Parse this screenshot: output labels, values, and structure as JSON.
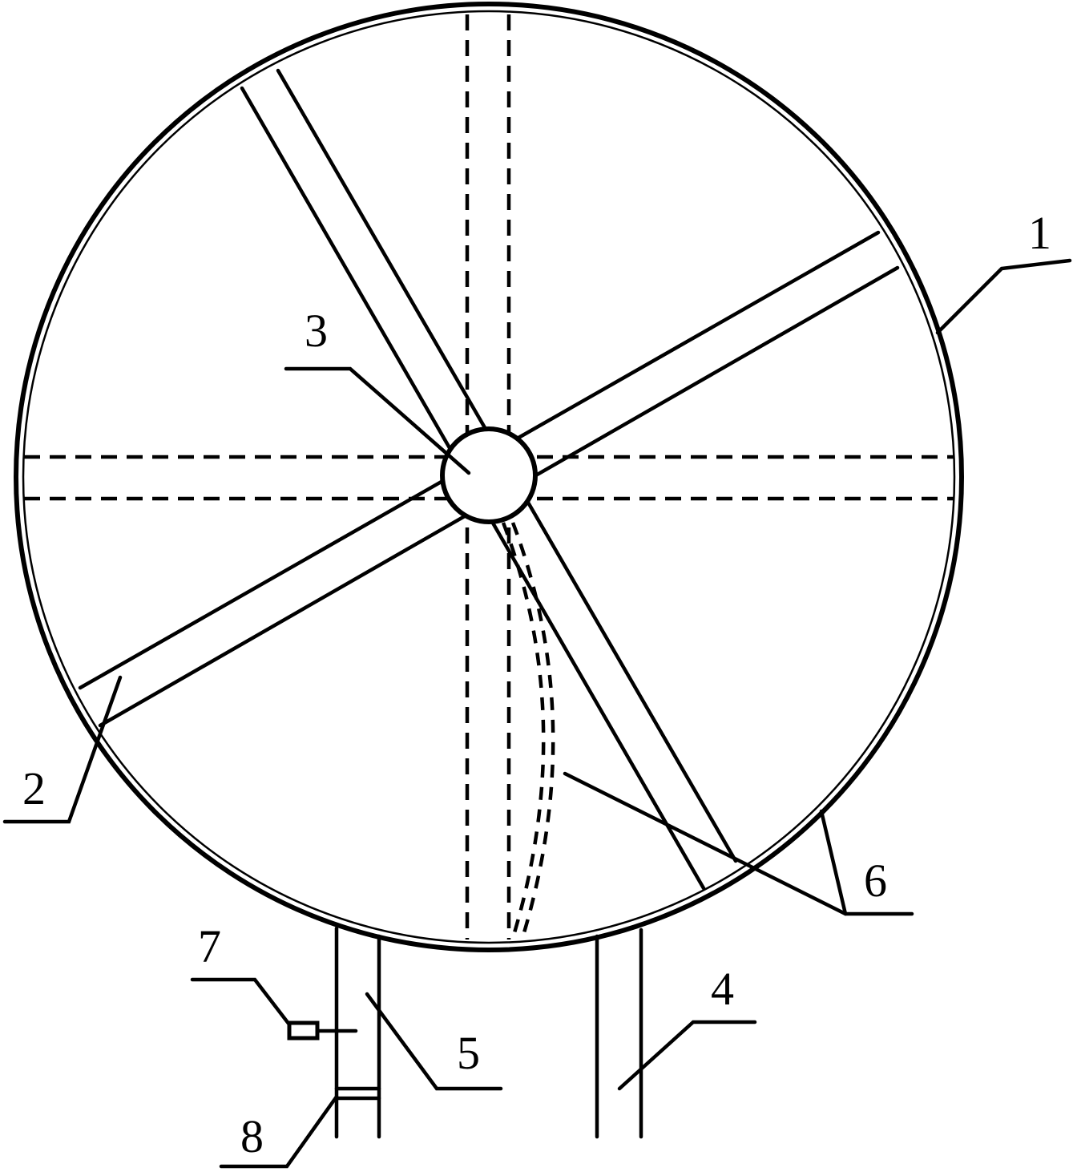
{
  "diagram": {
    "labels": {
      "l1": "1",
      "l2": "2",
      "l3": "3",
      "l4": "4",
      "l5": "5",
      "l6": "6",
      "l7": "7",
      "l8": "8"
    },
    "colors": {
      "line": "#000000",
      "background": "#ffffff"
    }
  }
}
